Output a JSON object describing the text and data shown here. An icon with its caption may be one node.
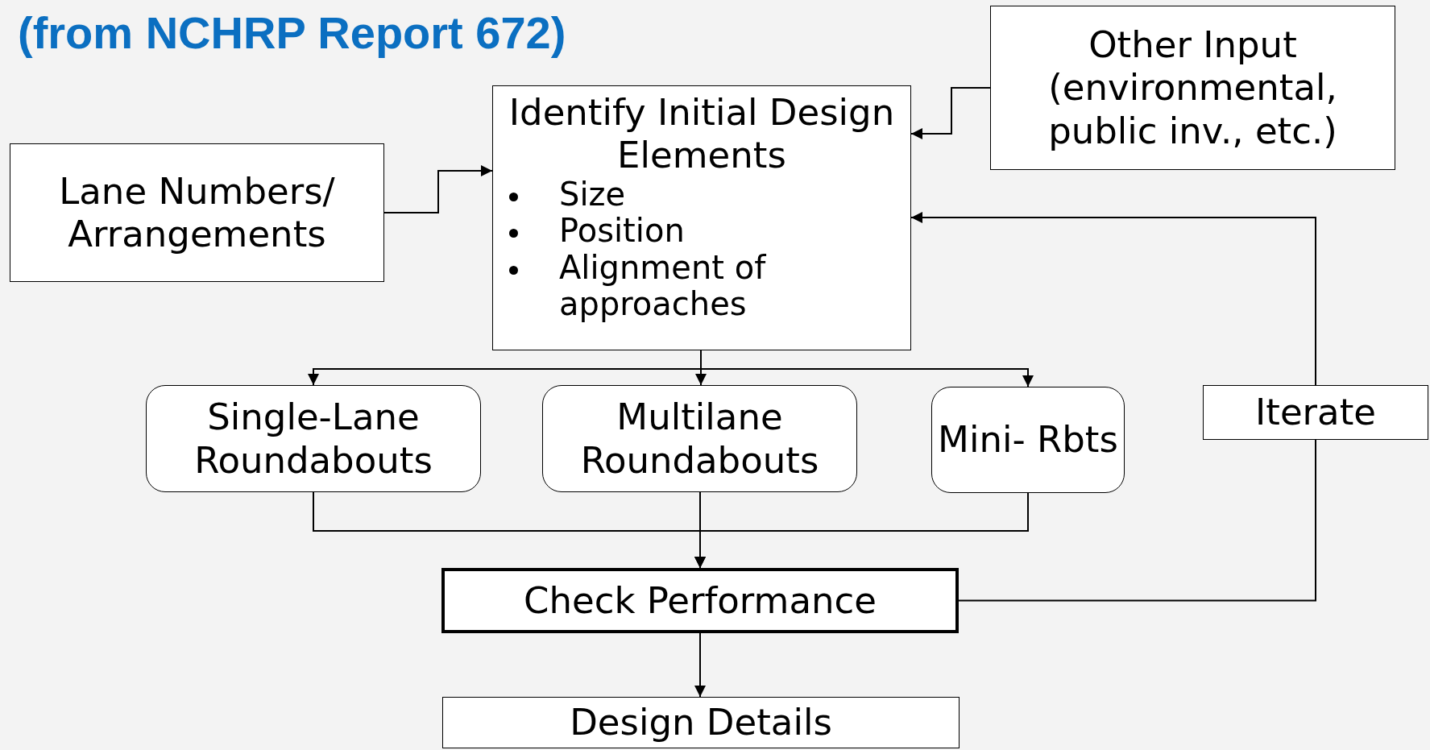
{
  "diagram": {
    "title": "(from NCHRP Report 672)",
    "nodes": [
      {
        "text": [
          "Other Input (environmental, public inv., etc.)"
        ]
      },
      {
        "text": [
          "Identify Initial Design Elements",
          "Size",
          "Position",
          "Alignment of approaches"
        ]
      },
      {
        "text": [
          "Lane Numbers/ Arrangements"
        ]
      },
      {
        "text": [
          "Single-Lane Roundabouts"
        ]
      },
      {
        "text": [
          "Multilane Roundabouts"
        ]
      },
      {
        "text": [
          "Mini- Rbts"
        ]
      },
      {
        "text": [
          "Iterate"
        ]
      },
      {
        "text": [
          "Check Performance"
        ]
      },
      {
        "text": [
          "Design Details"
        ]
      }
    ],
    "edges": [
      {
        "from": 2,
        "to": 1,
        "arrow": "to"
      },
      {
        "from": 0,
        "to": 1,
        "arrow": "to"
      },
      {
        "from": 1,
        "to": 3,
        "arrow": "to"
      },
      {
        "from": 1,
        "to": 4,
        "arrow": "to"
      },
      {
        "from": 1,
        "to": 5,
        "arrow": "to"
      },
      {
        "from": 3,
        "to": 7,
        "arrow": "to"
      },
      {
        "from": 4,
        "to": 7,
        "arrow": "to"
      },
      {
        "from": 5,
        "to": 7,
        "arrow": "to"
      },
      {
        "from": 7,
        "to": 6,
        "arrow": "none"
      },
      {
        "from": 6,
        "to": 1,
        "arrow": "to"
      },
      {
        "from": 7,
        "to": 8,
        "arrow": "to"
      }
    ]
  }
}
